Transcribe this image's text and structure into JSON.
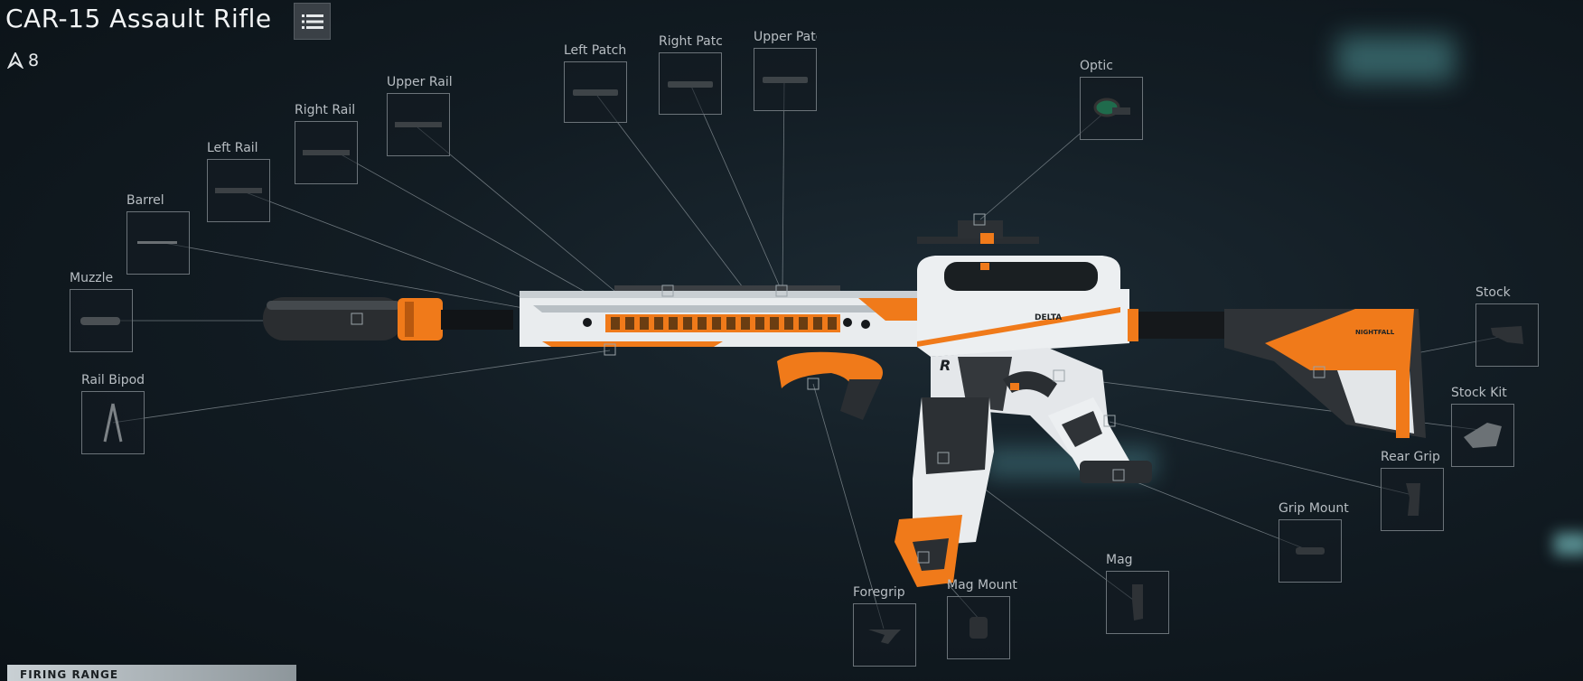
{
  "weapon": {
    "name": "CAR-15 Assault Rifle",
    "level": "8"
  },
  "slots": {
    "left_patch": "Left Patch",
    "right_patch": "Right Patc",
    "upper_patch": "Upper Patc",
    "optic": "Optic",
    "upper_rail": "Upper Rail",
    "right_rail": "Right Rail",
    "left_rail": "Left Rail",
    "barrel": "Barrel",
    "muzzle": "Muzzle",
    "rail_bipod": "Rail Bipod",
    "stock": "Stock",
    "stock_kit": "Stock Kit",
    "rear_grip": "Rear Grip",
    "grip_mount": "Grip Mount",
    "mag": "Mag",
    "mag_mount": "Mag Mount",
    "foregrip": "Foregrip"
  },
  "markings": {
    "brand": "DELTA",
    "stock_brand": "NIGHTFALL",
    "emblem": "R"
  },
  "footer": {
    "firing_range": "FIRING RANGE"
  },
  "colors": {
    "accent": "#f07a1a",
    "frame": "#6b7379",
    "text": "#d9dde0"
  }
}
